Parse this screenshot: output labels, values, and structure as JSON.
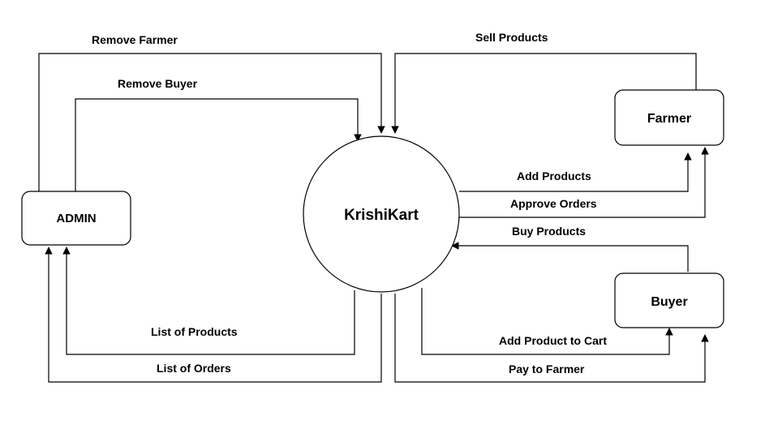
{
  "nodes": {
    "center": "KrishiKart",
    "admin": "ADMIN",
    "farmer": "Farmer",
    "buyer": "Buyer"
  },
  "flows": {
    "remove_farmer": "Remove Farmer",
    "remove_buyer": "Remove Buyer",
    "sell_products": "Sell Products",
    "add_products": "Add Products",
    "approve_orders": "Approve Orders",
    "buy_products": "Buy Products",
    "list_of_products": "List of Products",
    "list_of_orders": "List of Orders",
    "add_product_to_cart": "Add Product to Cart",
    "pay_to_farmer": "Pay to Farmer"
  }
}
